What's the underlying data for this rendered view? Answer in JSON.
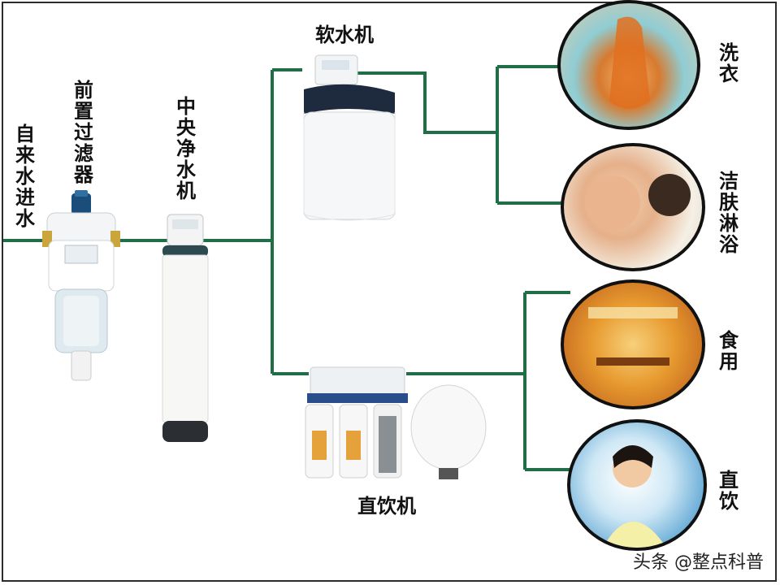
{
  "labels": {
    "tap_water_inlet": "自来水进水",
    "pre_filter": "前置过滤器",
    "central_purifier": "中央净水机",
    "water_softener": "软水机",
    "direct_drinking_machine": "直饮机",
    "laundry": "洗衣",
    "bathing": "洁肤淋浴",
    "cooking": "食用",
    "drinking": "直饮"
  },
  "watermark": "头条 @整点科普",
  "colors": {
    "pipe": "#1f6e45",
    "frame": "#2b2b2b"
  }
}
